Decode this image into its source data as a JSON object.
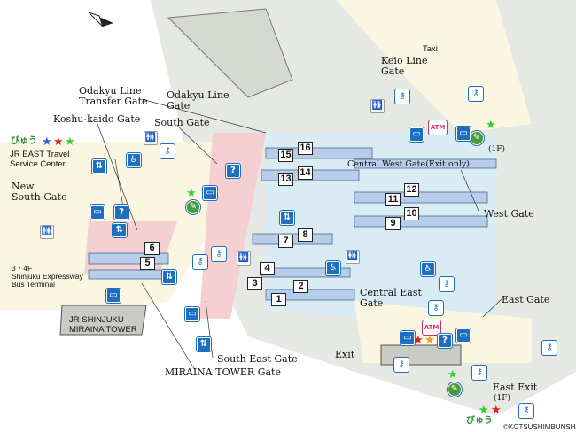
{
  "map": {
    "labels": {
      "odakyu_transfer_gate": [
        "Odakyu Line",
        "Transfer Gate"
      ],
      "odakyu_gate": [
        "Odakyu Line",
        "Gate"
      ],
      "koshu_kaido_gate": "Koshu-kaido Gate",
      "south_gate": "South Gate",
      "keio_gate": [
        "Keio Line",
        "Gate"
      ],
      "taxi": "Taxi",
      "travel_center": [
        "JR EAST Travel",
        "Service Center"
      ],
      "new_south_gate": [
        "New",
        "South Gate"
      ],
      "bus_terminal": [
        "3・4F",
        "Shinjuku Expressway",
        "Bus Terminal"
      ],
      "miraina_tower": [
        "JR SHINJUKU",
        "MIRAINA TOWER"
      ],
      "south_east_gate": "South East Gate",
      "miraina_tower_gate": "MIRAINA TOWER Gate",
      "central_west_gate": "Central West Gate(Exit only)",
      "west_gate": "West Gate",
      "central_east_gate": [
        "Central East",
        "Gate"
      ],
      "east_gate": "East Gate",
      "exit": "Exit",
      "east_exit": "East Exit",
      "east_exit_floor": "(1F)",
      "west_floor": "(1F)",
      "atm": "ATM",
      "copyright": "©KOTSUSHIMBUNSHA",
      "view_logo": "びゅう"
    },
    "platforms": [
      "1",
      "2",
      "3",
      "4",
      "5",
      "6",
      "7",
      "8",
      "9",
      "10",
      "11",
      "12",
      "13",
      "14",
      "15",
      "16"
    ],
    "colors": {
      "platform": "#b8cdea",
      "concourse": "#f5d0d3",
      "floor": "#fbf6e2",
      "building": "#c9cbc4",
      "accent": "#1e6fc0"
    }
  }
}
